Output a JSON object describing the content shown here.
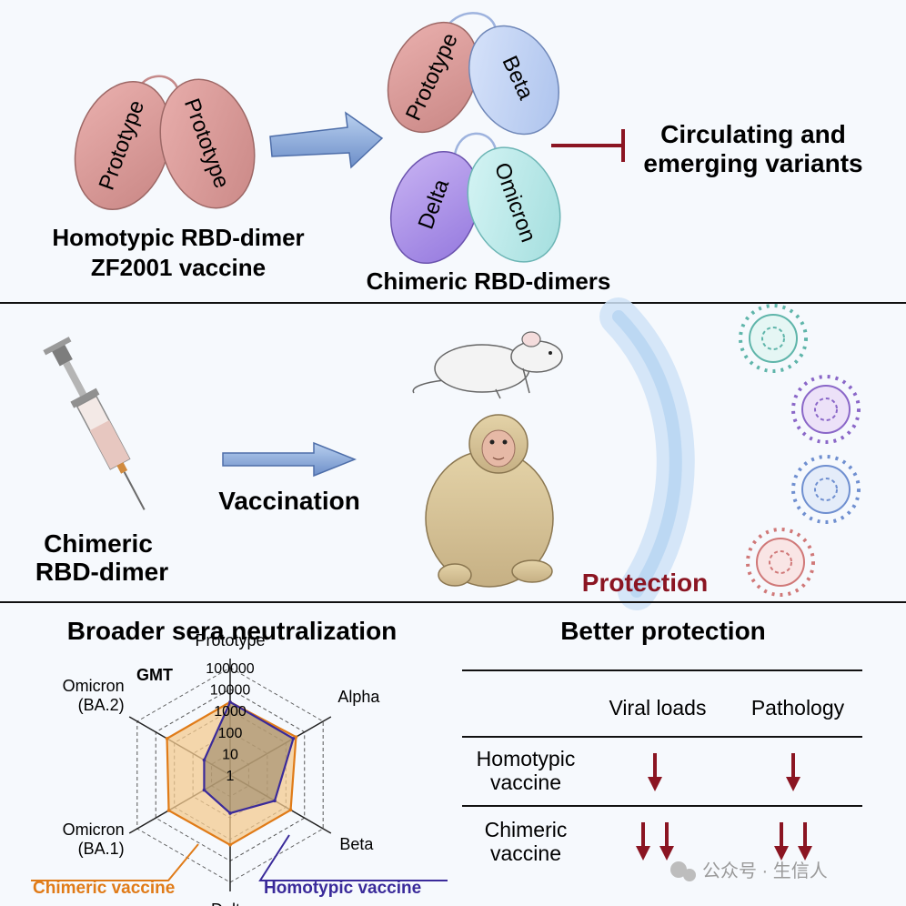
{
  "panel_top": {
    "homotypic_left_label": "Prototype",
    "homotypic_right_label": "Prototype",
    "homotypic_caption_line1": "Homotypic RBD-dimer",
    "homotypic_caption_line2": "ZF2001 vaccine",
    "chimeric_1_left": "Prototype",
    "chimeric_1_right": "Beta",
    "chimeric_2_left": "Delta",
    "chimeric_2_right": "Omicron",
    "chimeric_caption": "Chimeric RBD-dimers",
    "target_line1": "Circulating and",
    "target_line2": "emerging variants"
  },
  "panel_middle": {
    "vaccine_label_line1": "Chimeric",
    "vaccine_label_line2": "RBD-dimer",
    "arrow_label": "Vaccination",
    "protection_label": "Protection"
  },
  "panel_radar": {
    "title": "Broader sera neutralization",
    "gmt_label": "GMT",
    "scale_ticks": [
      "100000",
      "10000",
      "1000",
      "100",
      "10",
      "1"
    ],
    "axes": [
      "Prototype",
      "Alpha",
      "Beta",
      "Delta",
      "Omicron\n(BA.1)",
      "Omicron\n(BA.2)"
    ],
    "axis_lines": [
      [
        "Prototype"
      ],
      [
        "Alpha"
      ],
      [
        "Beta"
      ],
      [
        "Delta"
      ],
      [
        "Omicron",
        "(BA.1)"
      ],
      [
        "Omicron",
        "(BA.2)"
      ]
    ],
    "legend_chimeric": "Chimeric vaccine",
    "legend_homotypic": "Homotypic vaccine",
    "colors": {
      "chimeric": "#e07b18",
      "homotypic": "#3a2a9a"
    }
  },
  "chart_data": {
    "type": "radar",
    "title": "Broader sera neutralization",
    "categories": [
      "Prototype",
      "Alpha",
      "Beta",
      "Delta",
      "Omicron (BA.1)",
      "Omicron (BA.2)"
    ],
    "scale": "log",
    "range": [
      1,
      100000
    ],
    "series": [
      {
        "name": "Chimeric vaccine",
        "values": [
          2500,
          3500,
          1800,
          1800,
          2000,
          2500
        ]
      },
      {
        "name": "Homotypic vaccine",
        "values": [
          2500,
          2500,
          250,
          60,
          25,
          25
        ]
      }
    ]
  },
  "panel_table": {
    "title": "Better protection",
    "columns": [
      "Viral loads",
      "Pathology"
    ],
    "rows": [
      {
        "label_line1": "Homotypic",
        "label_line2": "vaccine",
        "viral_arrows": 1,
        "pathology_arrows": 1
      },
      {
        "label_line1": "Chimeric",
        "label_line2": "vaccine",
        "viral_arrows": 2,
        "pathology_arrows": 2
      }
    ],
    "arrow_color": "#8b1522"
  },
  "watermark": "公众号 · 生信人"
}
